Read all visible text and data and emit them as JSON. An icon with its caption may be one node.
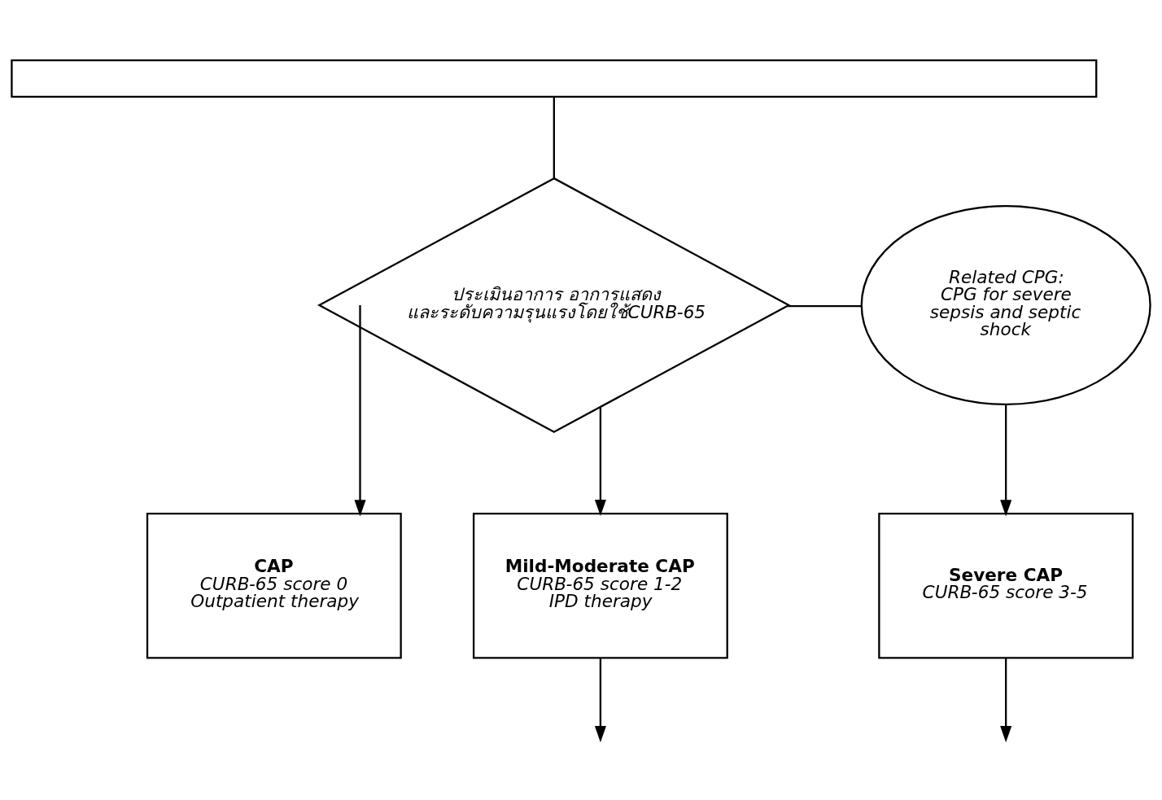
{
  "diagram": {
    "nodes": [
      {
        "text": [],
        "shape": "box"
      },
      {
        "text": [
          "ประเมินอาการ อาการแสดง และระดับความรุนแรงโดยใช้CURB-65"
        ]
      },
      {
        "text": [
          "CAP",
          "CURB-65 score 0",
          "Outpatient therapy"
        ]
      },
      {
        "text": [
          "Mild-Moderate CAP",
          "CURB-65 score 1-2",
          "IPD therapy"
        ]
      },
      {
        "text": [
          "Related CPG:",
          "CPG for severe sepsis and septic shock"
        ]
      },
      {
        "text": [
          "Severe CAP",
          "CURB-65 score 3-5"
        ]
      }
    ],
    "edges": [
      {
        "from": 0,
        "to": 1,
        "arrow": "none"
      },
      {
        "from": 1,
        "to": 2,
        "arrow": "to"
      },
      {
        "from": 1,
        "to": 3,
        "arrow": "to"
      },
      {
        "from": 1,
        "to": 4,
        "arrow": "none"
      },
      {
        "from": 4,
        "to": 5,
        "arrow": "to"
      },
      {
        "from": 3,
        "to": null,
        "arrow": "to"
      },
      {
        "from": 5,
        "to": null,
        "arrow": "to"
      }
    ]
  }
}
